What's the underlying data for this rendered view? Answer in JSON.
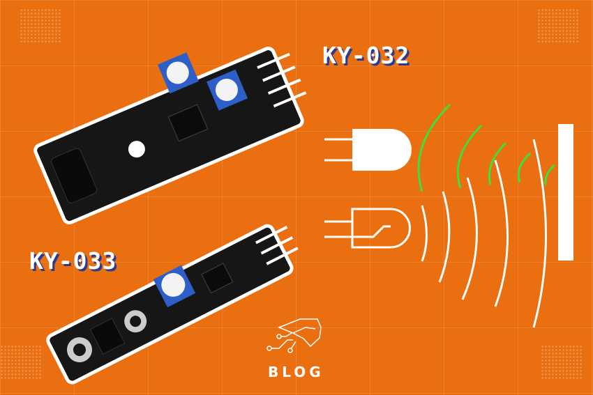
{
  "labels": {
    "sensor_a": "KY-032",
    "sensor_b": "KY-033",
    "blog": "BLOG"
  },
  "colors": {
    "background": "#e96f10",
    "label_shadow": "#2b3a8f",
    "wave_green": "#3ee03a",
    "board": "#161616",
    "pot": "#2e5fc9"
  },
  "icons": {
    "logo": "robot-hand-circuit-icon",
    "emitter": "ir-led-icon",
    "receiver": "photodiode-icon"
  }
}
